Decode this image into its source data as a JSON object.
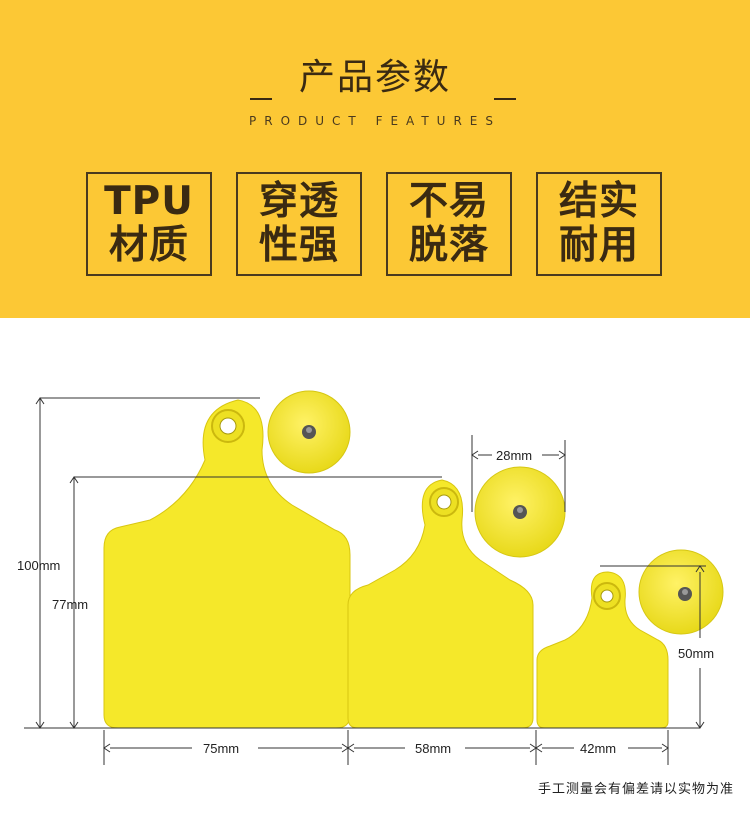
{
  "header": {
    "title": "产品参数",
    "subtitle": "PRODUCT FEATURES",
    "colors": {
      "banner": "#fcc835",
      "text": "#3a2a12",
      "tag_yellow": "#f5e82a"
    }
  },
  "features": [
    {
      "line1": "TPU",
      "line2": "材质"
    },
    {
      "line1": "穿透",
      "line2": "性强"
    },
    {
      "line1": "不易",
      "line2": "脱落"
    },
    {
      "line1": "结实",
      "line2": "耐用"
    }
  ],
  "dimensions": {
    "large_height_total": "100mm",
    "large_height_body": "77mm",
    "large_width": "75mm",
    "medium_width": "58mm",
    "button_diameter": "28mm",
    "small_width": "42mm",
    "small_height": "50mm"
  },
  "footer": {
    "note": "手工测量会有偏差请以实物为准"
  }
}
